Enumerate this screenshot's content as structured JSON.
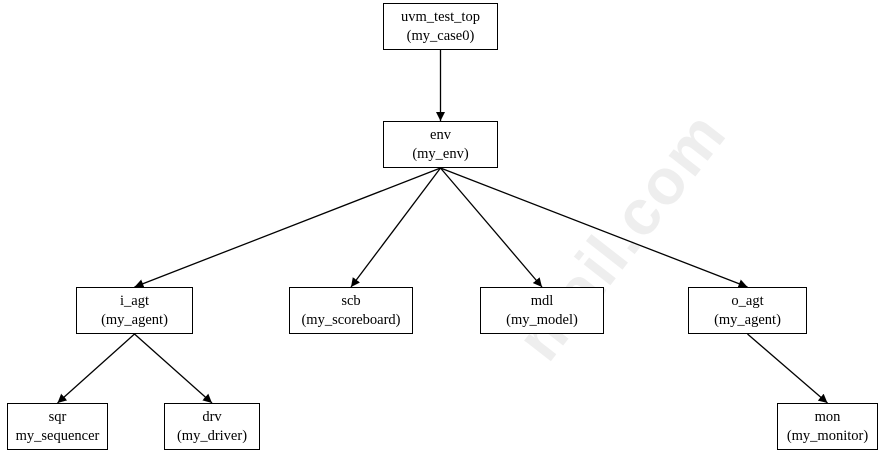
{
  "watermark": "mail.com",
  "nodes": {
    "uvm_test_top": {
      "name": "uvm_test_top",
      "type": "(my_case0)"
    },
    "env": {
      "name": "env",
      "type": "(my_env)"
    },
    "i_agt": {
      "name": "i_agt",
      "type": "(my_agent)"
    },
    "scb": {
      "name": "scb",
      "type": "(my_scoreboard)"
    },
    "mdl": {
      "name": "mdl",
      "type": "(my_model)"
    },
    "o_agt": {
      "name": "o_agt",
      "type": "(my_agent)"
    },
    "sqr": {
      "name": "sqr",
      "type": "my_sequencer"
    },
    "drv": {
      "name": "drv",
      "type": "(my_driver)"
    },
    "mon": {
      "name": "mon",
      "type": "(my_monitor)"
    }
  },
  "edges": [
    {
      "from": "uvm_test_top",
      "to": "env"
    },
    {
      "from": "env",
      "to": "i_agt"
    },
    {
      "from": "env",
      "to": "scb"
    },
    {
      "from": "env",
      "to": "mdl"
    },
    {
      "from": "env",
      "to": "o_agt"
    },
    {
      "from": "i_agt",
      "to": "sqr"
    },
    {
      "from": "i_agt",
      "to": "drv"
    },
    {
      "from": "o_agt",
      "to": "mon"
    }
  ]
}
